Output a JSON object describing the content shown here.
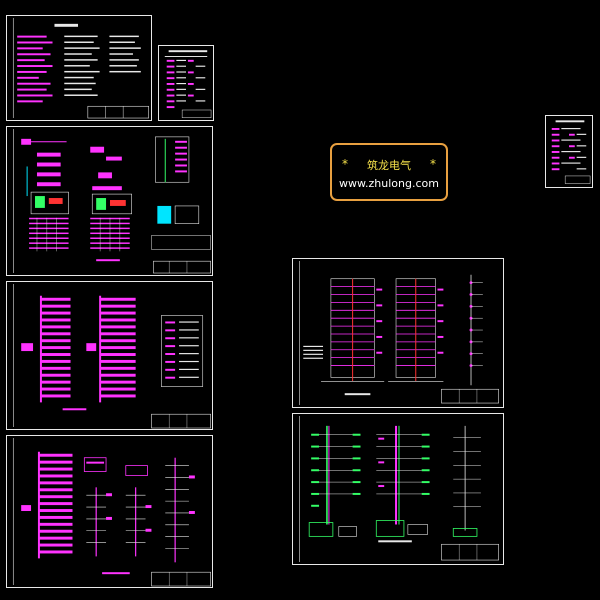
{
  "watermark": {
    "star_left": "*",
    "brand": "筑龙电气",
    "star_right": "*",
    "url": "www.zhulong.com"
  },
  "colors": {
    "background": "#000000",
    "frame": "#e8e8e8",
    "magenta": "#ff33ff",
    "cyan": "#00e5ff",
    "green": "#33ff66",
    "red": "#ff3333",
    "yellow": "#f4e04a",
    "logo_border": "#e8a040"
  },
  "sheets": [
    {
      "name": "design-notes-sheet"
    },
    {
      "name": "equipment-legend-sheet"
    },
    {
      "name": "distribution-diagram-sheet"
    },
    {
      "name": "riser-system-sheet-1"
    },
    {
      "name": "riser-system-sheet-2"
    },
    {
      "name": "building-elevation-sheet"
    },
    {
      "name": "weak-current-riser-sheet"
    },
    {
      "name": "material-table-sheet"
    }
  ]
}
